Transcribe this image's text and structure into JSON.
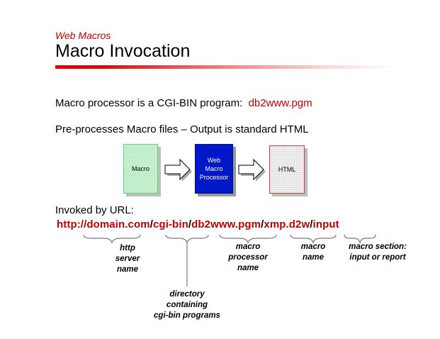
{
  "header": {
    "subtitle": "Web Macros",
    "title": "Macro Invocation"
  },
  "body": {
    "line1_prefix": "Macro processor is a CGI-BIN program:",
    "line1_program": "db2www.pgm",
    "line2": "Pre-processes Macro files  –  Output is standard HTML",
    "line3": "Invoked by URL:"
  },
  "flow": {
    "macro_box": "Macro",
    "processor_box": [
      "Web",
      "Macro",
      "Processor"
    ],
    "html_box": "HTML"
  },
  "url": {
    "part1": "http://domain.com",
    "sep1": "/",
    "part2": "cgi-bin",
    "sep2": "/",
    "part3": "db2www.pgm",
    "sep3": "/",
    "part4": "xmp.d2w",
    "sep4": "/",
    "part5": "input"
  },
  "annotations": {
    "http_server": [
      "http",
      "server",
      "name"
    ],
    "directory": [
      "directory",
      "containing",
      "cgi-bin programs"
    ],
    "processor": [
      "macro",
      "processor",
      "name"
    ],
    "macro_name": [
      "macro",
      "name"
    ],
    "macro_section": [
      "macro section:",
      "input or report"
    ]
  },
  "colors": {
    "accent_red": "#c00000",
    "processor_blue": "#0018c8",
    "macro_green": "#c9f3d2"
  }
}
